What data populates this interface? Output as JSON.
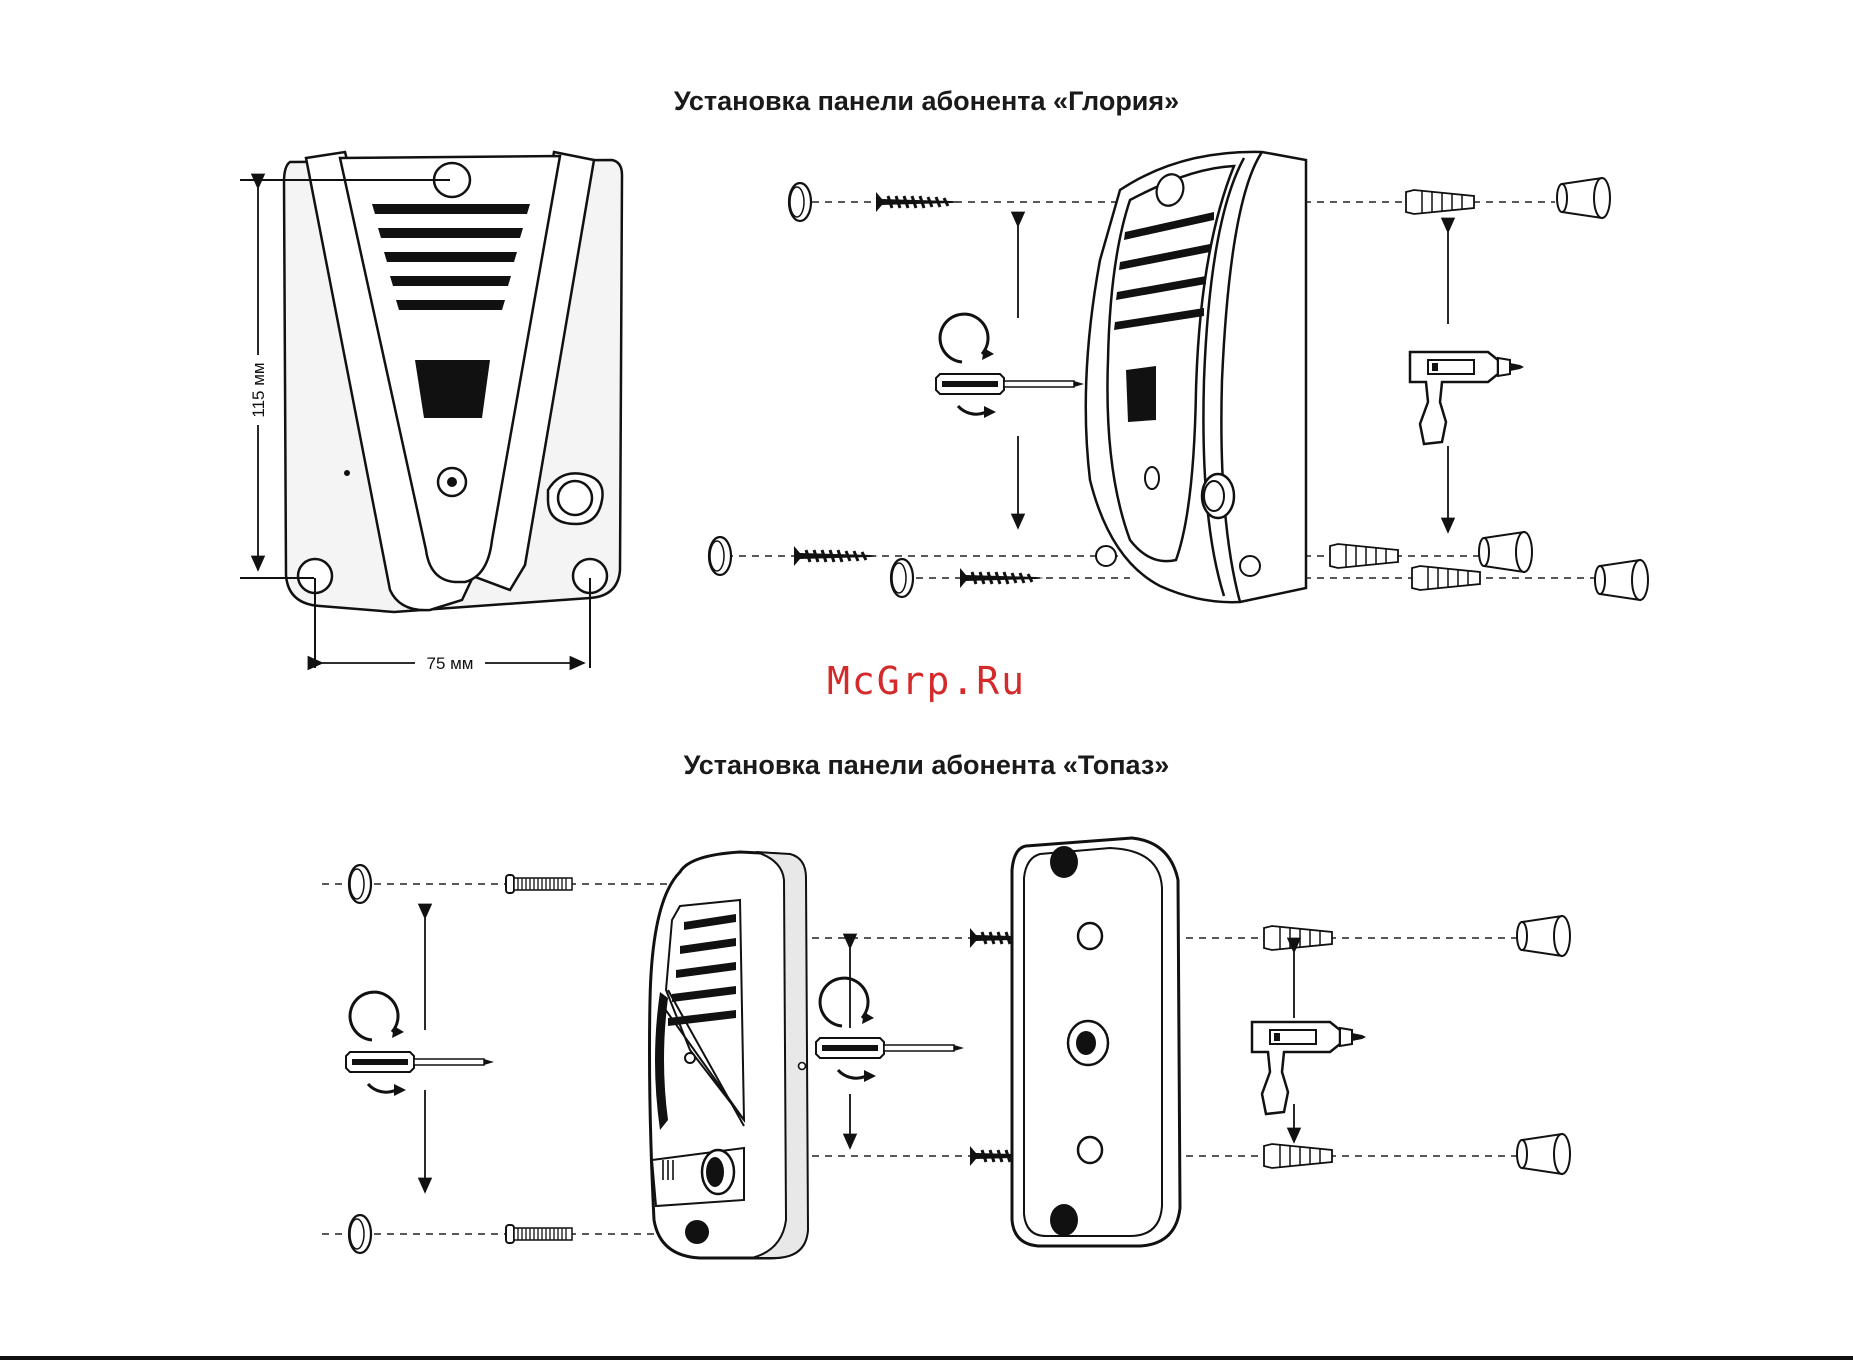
{
  "section1": {
    "title": "Установка панели абонента «Глория»"
  },
  "section2": {
    "title": "Установка панели абонента «Топаз»"
  },
  "dimensions": {
    "height_label": "115 мм",
    "width_label": "75 мм"
  },
  "watermark": "McGrp.Ru",
  "colors": {
    "ink": "#111111",
    "watermark": "#d42a2a",
    "background": "#ffffff"
  },
  "icons": [
    "screwdriver-icon",
    "drill-icon",
    "screw-icon",
    "dowel-icon",
    "cap-icon",
    "rotate-arrow-icon"
  ]
}
